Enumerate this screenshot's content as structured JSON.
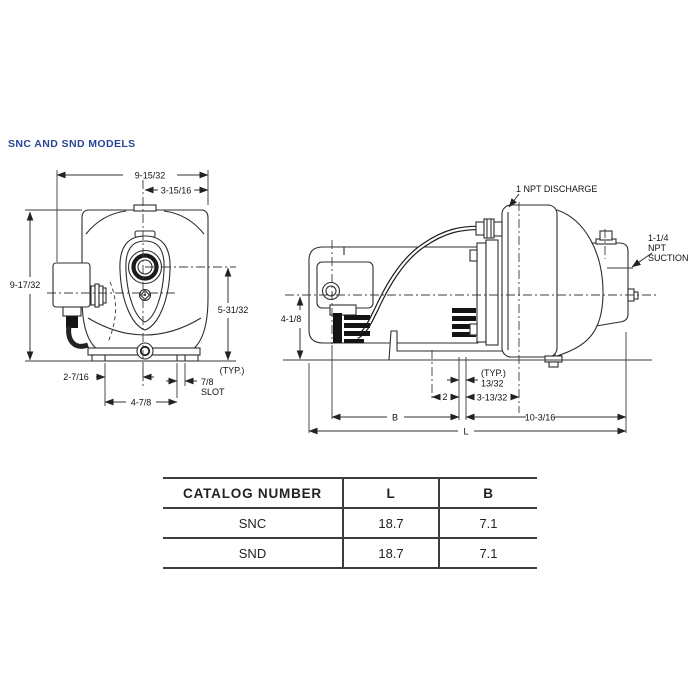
{
  "title": "SNC AND SND MODELS",
  "front_view": {
    "dim_width_total": "9-15/32",
    "dim_width_half": "3-15/16",
    "dim_height_total": "9-17/32",
    "dim_port_height": "5-31/32",
    "dim_slot_offset": "2-7/16",
    "dim_slot_span": "4-7/8",
    "dim_slot_width": "7/8",
    "slot_label": "SLOT",
    "typ_label": "(TYP.)"
  },
  "side_view": {
    "discharge_label": "1 NPT DISCHARGE",
    "suction_line1": "1-1/4",
    "suction_line2": "NPT",
    "suction_line3": "SUCTION",
    "dim_centerline_height": "4-1/8",
    "typ_label": "(TYP.)",
    "dim_slot_width": "13/32",
    "dim_two": "2",
    "dim_slot_to_center": "3-13/32",
    "dim_b": "B",
    "dim_right_length": "10-3/16",
    "dim_l": "L"
  },
  "table": {
    "headers": [
      "CATALOG NUMBER",
      "L",
      "B"
    ],
    "rows": [
      {
        "catalog": "SNC",
        "l": "18.7",
        "b": "7.1"
      },
      {
        "catalog": "SND",
        "l": "18.7",
        "b": "7.1"
      }
    ]
  },
  "colors": {
    "accent": "#2b4596",
    "line": "#2e2e2e"
  }
}
